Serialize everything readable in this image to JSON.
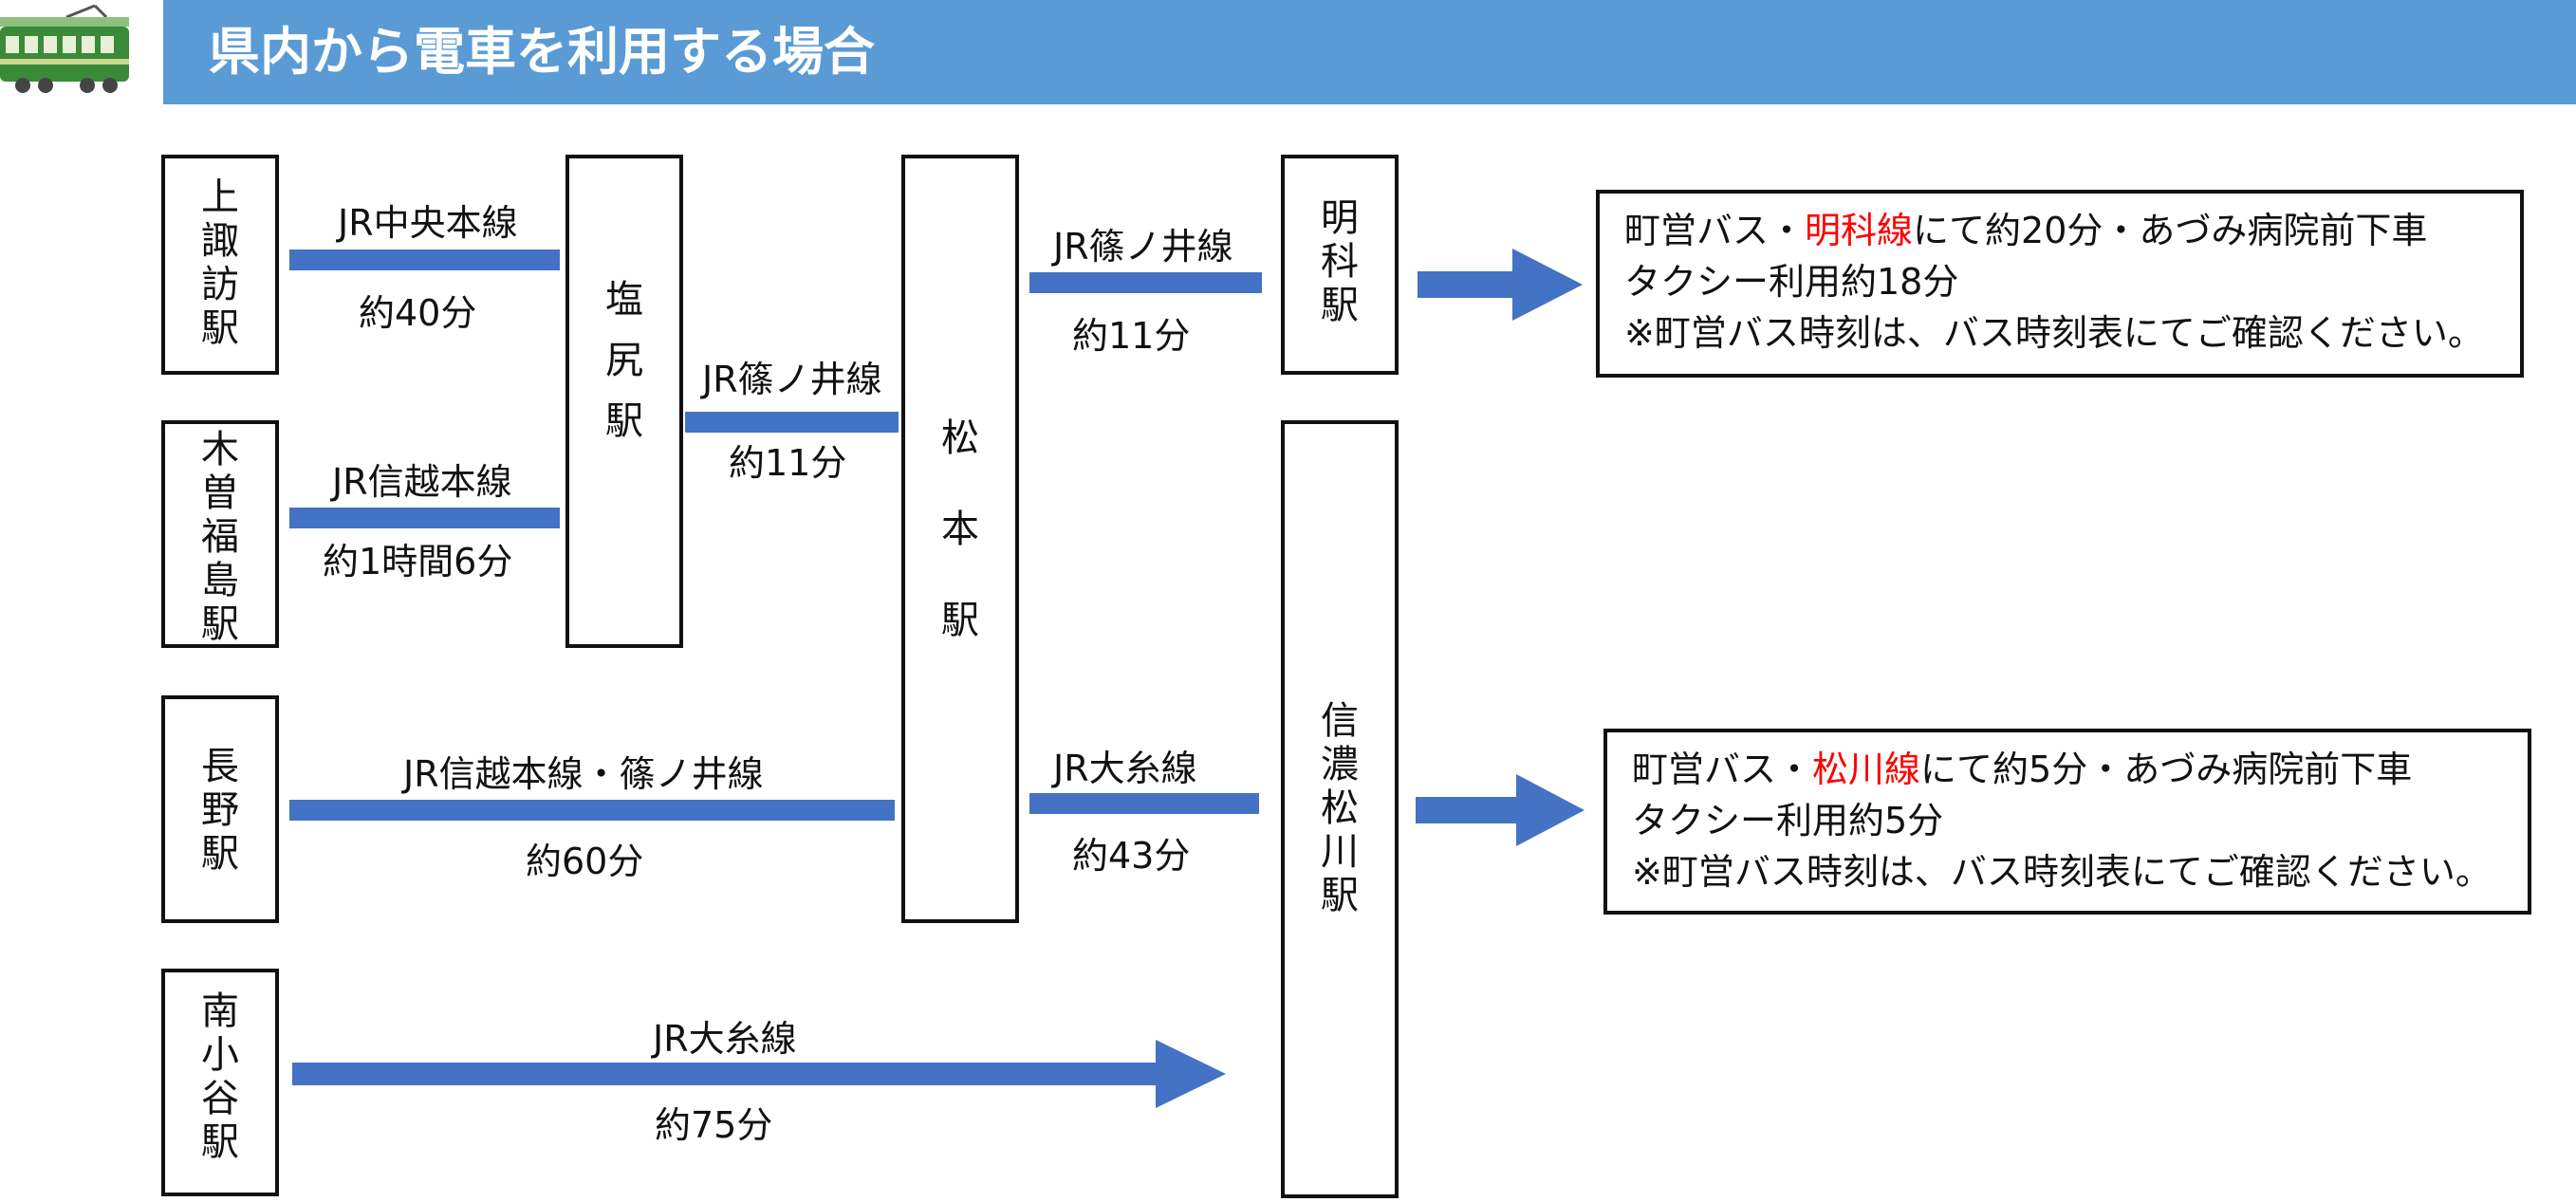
{
  "header": {
    "title": "県内から電車を利用する場合"
  },
  "stations": {
    "kamisuwa": "上諏訪駅",
    "kisofukushima": "木曽福島駅",
    "nagano": "長野駅",
    "minamiotari": "南小谷駅",
    "shiojiri": "塩尻駅",
    "matsumoto": "松本駅",
    "akashina": "明科駅",
    "shinanomatsukawa": "信濃松川駅"
  },
  "routes": {
    "kamisuwa": {
      "line": "JR中央本線",
      "time": "約40分"
    },
    "kisofukushima": {
      "line": "JR信越本線",
      "time": "約1時間6分"
    },
    "shiojiri_matsumoto": {
      "line": "JR篠ノ井線",
      "time": "約11分"
    },
    "nagano": {
      "line": "JR信越本線・篠ノ井線",
      "time": "約60分"
    },
    "minamiotari": {
      "line": "JR大糸線",
      "time": "約75分"
    },
    "matsumoto_akashina": {
      "line": "JR篠ノ井線",
      "time": "約11分"
    },
    "matsumoto_shinanomatsukawa": {
      "line": "JR大糸線",
      "time": "約43分"
    }
  },
  "info": {
    "akashina": {
      "pre": "町営バス・",
      "bus_line": "明科線",
      "post": "にて約20分・あづみ病院前下車",
      "taxi": "タクシー利用約18分",
      "note": "※町営バス時刻は、バス時刻表にてご確認ください。"
    },
    "matsukawa": {
      "pre": "町営バス・",
      "bus_line": "松川線",
      "post": "にて約5分・あづみ病院前下車",
      "taxi": "タクシー利用約5分",
      "note": "※町営バス時刻は、バス時刻表にてご確認ください。"
    }
  },
  "colors": {
    "header": "#5b9bd5",
    "route": "#4472c4",
    "bus_line_highlight": "#ff0000",
    "train_body": "#3a8a3a"
  }
}
